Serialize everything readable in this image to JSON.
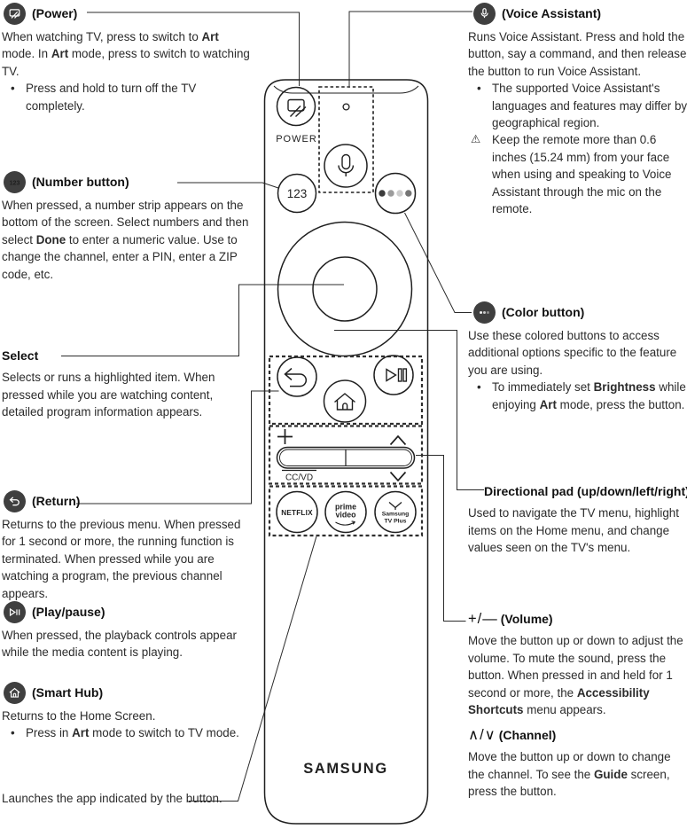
{
  "icons": {
    "bullet": "•",
    "warning": "⚠"
  },
  "colors": {
    "badge_background": "#3f3f3f",
    "line_color": "#2b2b2b",
    "color_button_dots": [
      "#3c3c3c",
      "#9c9c9c",
      "#cdcdcd",
      "#757575"
    ]
  },
  "remote": {
    "power_label": "POWER",
    "num_label": "123",
    "ccvd_label": "CC/VD",
    "netflix_label": "NETFLIX",
    "prime_line1": "prime",
    "prime_line2": "video",
    "tvplus_line1": "Samsung",
    "tvplus_line2": "TV Plus",
    "brand": "SAMSUNG"
  },
  "sections": {
    "power": {
      "title": "(Power)",
      "body": [
        {
          "t": "When watching TV, press to switch to "
        },
        {
          "t": "Art",
          "b": true
        },
        {
          "t": " mode. In "
        },
        {
          "t": "Art",
          "b": true
        },
        {
          "t": " mode, press to switch to watching TV."
        }
      ],
      "bullets": [
        [
          {
            "t": "Press and hold to turn off the TV completely."
          }
        ]
      ]
    },
    "number": {
      "title": "(Number button)",
      "body": [
        {
          "t": "When pressed, a number strip appears on the bottom of the screen. Select numbers and then select "
        },
        {
          "t": "Done",
          "b": true
        },
        {
          "t": " to enter a numeric value. Use to change the channel, enter a PIN, enter a ZIP code, etc."
        }
      ]
    },
    "select": {
      "title": "Select",
      "body": [
        {
          "t": "Selects or runs a highlighted item. When pressed while you are watching content, detailed program information appears."
        }
      ]
    },
    "return": {
      "title": "(Return)",
      "body": [
        {
          "t": "Returns to the previous menu. When pressed for 1 second or more, the running function is terminated. When pressed while you are watching a program, the previous channel appears."
        }
      ]
    },
    "playpause": {
      "title": "(Play/pause)",
      "body": [
        {
          "t": "When pressed, the playback controls appear while the media content is playing."
        }
      ]
    },
    "smarthub": {
      "title": "(Smart Hub)",
      "body": [
        {
          "t": "Returns to the Home Screen."
        }
      ],
      "bullets": [
        [
          {
            "t": "Press in "
          },
          {
            "t": "Art",
            "b": true
          },
          {
            "t": " mode to switch to TV mode."
          }
        ]
      ]
    },
    "launches": {
      "body": [
        {
          "t": "Launches the app indicated by the button."
        }
      ]
    },
    "voice": {
      "title": "(Voice Assistant)",
      "body": [
        {
          "t": "Runs Voice Assistant. Press and hold the button, say a command, and then release the button to run Voice Assistant."
        }
      ],
      "bullets": [
        [
          {
            "t": "The supported Voice Assistant's languages and features may differ by geographical region."
          }
        ]
      ],
      "warning": [
        {
          "t": "Keep the remote more than 0.6 inches (15.24 mm) from your face when using and speaking to Voice Assistant through the mic on the remote."
        }
      ]
    },
    "color": {
      "title": "(Color button)",
      "body": [
        {
          "t": "Use these colored buttons to access additional options specific to the feature you are using."
        }
      ],
      "bullets": [
        [
          {
            "t": "To immediately set "
          },
          {
            "t": "Brightness",
            "b": true
          },
          {
            "t": " while enjoying "
          },
          {
            "t": "Art",
            "b": true
          },
          {
            "t": " mode, press the button."
          }
        ]
      ]
    },
    "dirpad": {
      "title": "Directional pad (up/down/left/right)",
      "body": [
        {
          "t": "Used to navigate the TV menu, highlight items on the Home menu, and change values seen on the TV's menu."
        }
      ]
    },
    "volume": {
      "sym": "+/—",
      "title": "(Volume)",
      "body": [
        {
          "t": "Move the button up or down to adjust the volume. To mute the sound, press the button. When pressed in and held for 1 second or more, the "
        },
        {
          "t": "Accessibility Shortcuts",
          "b": true
        },
        {
          "t": " menu appears."
        }
      ]
    },
    "channel": {
      "sym": "∧/∨",
      "title": "(Channel)",
      "body": [
        {
          "t": "Move the button up or down to change the channel. To see the "
        },
        {
          "t": "Guide",
          "b": true
        },
        {
          "t": " screen, press the button."
        }
      ]
    }
  }
}
